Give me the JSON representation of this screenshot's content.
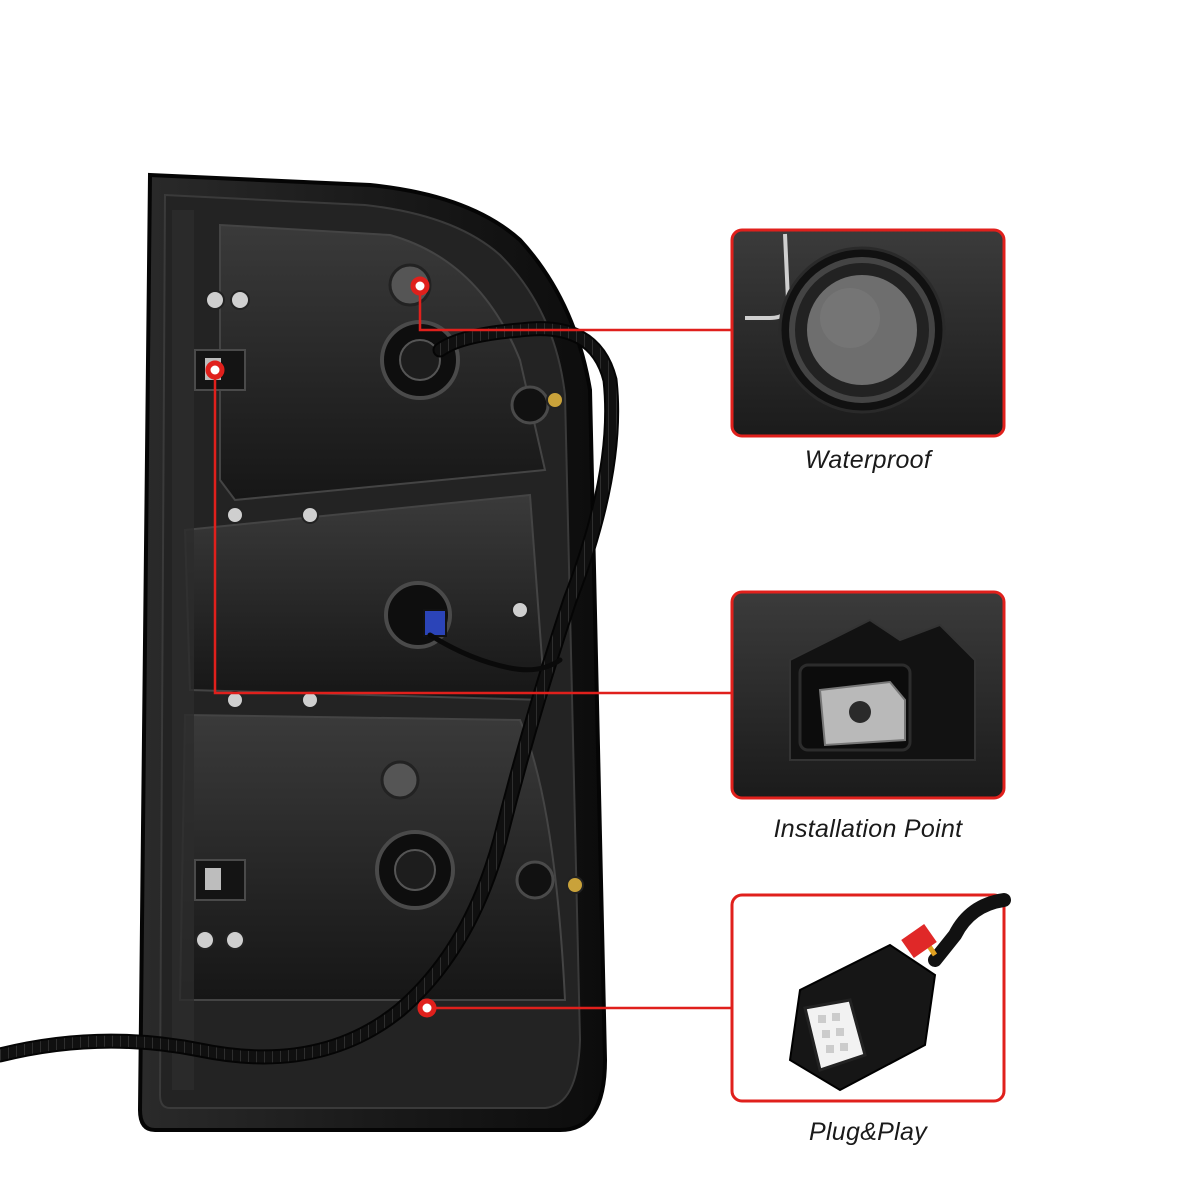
{
  "product": {
    "description_icon": "tail-light-assembly-back",
    "colors": {
      "housing": "#141414",
      "callout_red": "#e0201c",
      "background": "#ffffff"
    }
  },
  "callouts": [
    {
      "id": "waterproof",
      "label": "Waterproof",
      "icon": "rubber-seal-plug"
    },
    {
      "id": "installation",
      "label": "Installation Point",
      "icon": "mounting-clip"
    },
    {
      "id": "plugplay",
      "label": "Plug&Play",
      "icon": "wire-connector"
    }
  ]
}
